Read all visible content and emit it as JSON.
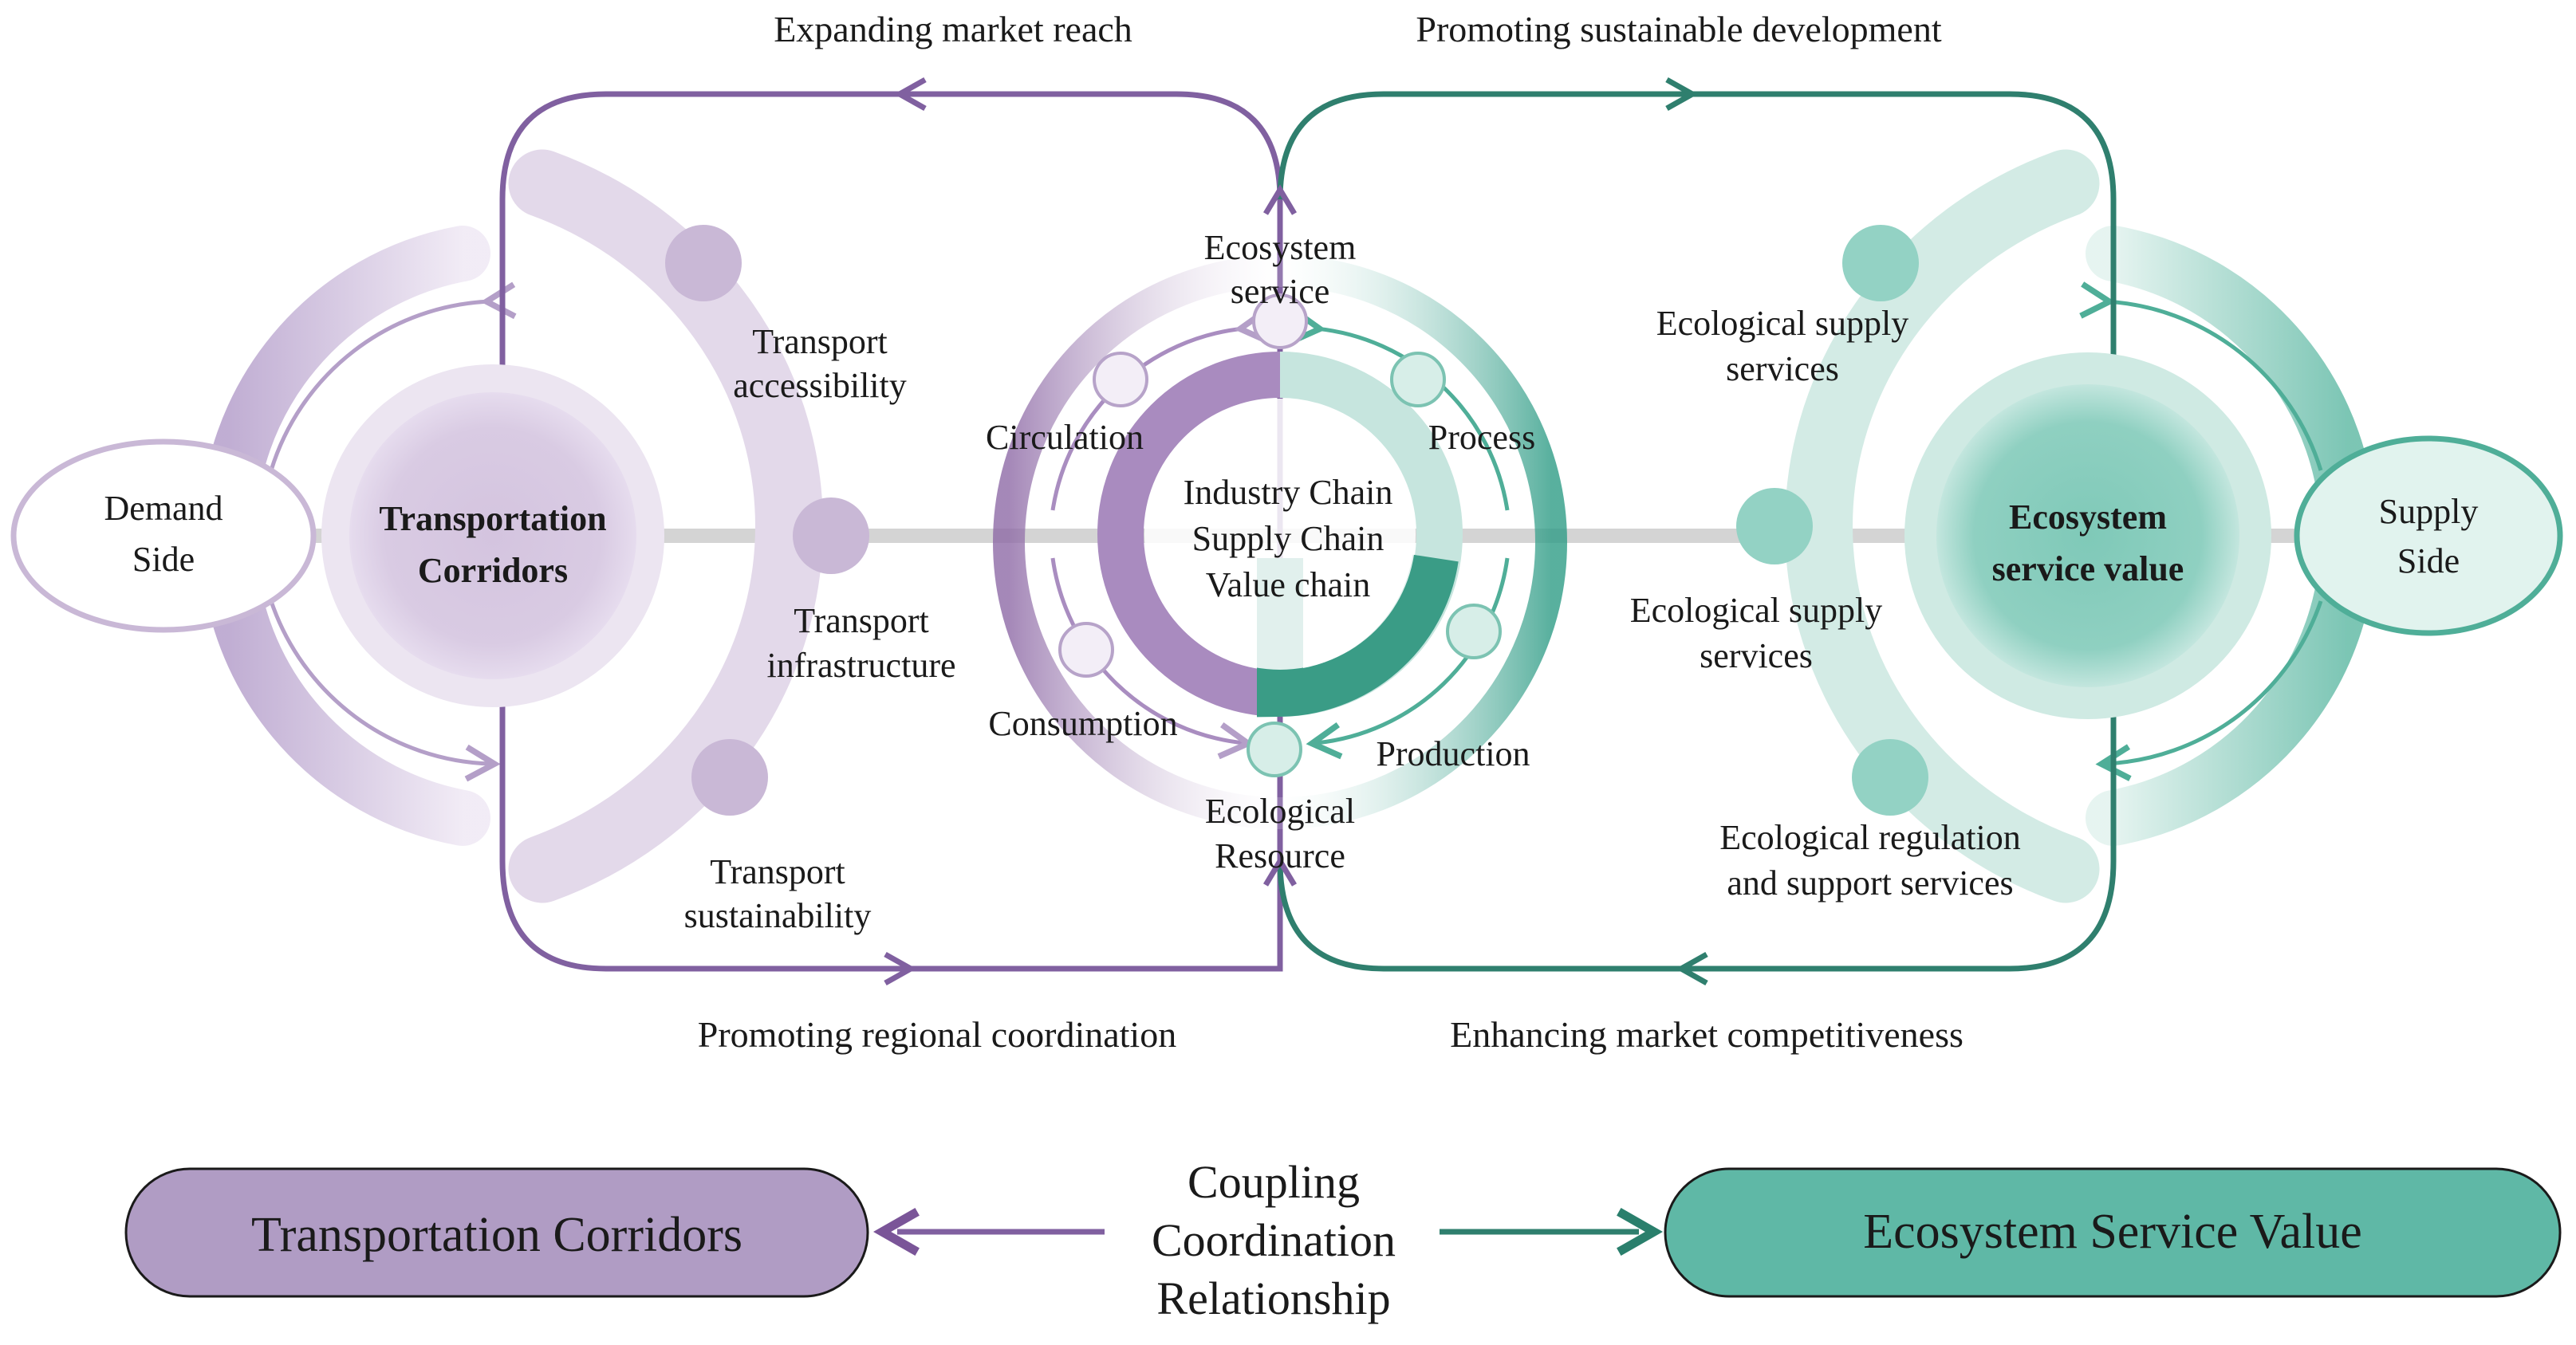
{
  "top_labels": {
    "left": "Expanding market reach",
    "right": "Promoting sustainable development"
  },
  "bottom_labels": {
    "left": "Promoting regional coordination",
    "right": "Enhancing market competitiveness"
  },
  "demand_side": [
    "Demand",
    "Side"
  ],
  "supply_side": [
    "Supply",
    "Side"
  ],
  "transportation_corridors": [
    "Transportation",
    "Corridors"
  ],
  "ecosystem_service_value": [
    "Ecosystem",
    "service value"
  ],
  "left_arc_items": {
    "accessibility": [
      "Transport",
      "accessibility"
    ],
    "infrastructure": [
      "Transport",
      "infrastructure"
    ],
    "sustainability": [
      "Transport",
      "sustainability"
    ]
  },
  "right_arc_items": {
    "supply_top": [
      "Ecological supply",
      "services"
    ],
    "supply_mid": [
      "Ecological supply",
      "services"
    ],
    "regulation": [
      "Ecological regulation",
      "and support services"
    ]
  },
  "center": {
    "chains": [
      "Industry Chain",
      "Supply Chain",
      "Value chain"
    ],
    "ecosystem_service": [
      "Ecosystem",
      "service"
    ],
    "ecological_resource": [
      "Ecological",
      "Resource"
    ],
    "circulation": "Circulation",
    "process": "Process",
    "consumption": "Consumption",
    "production": "Production"
  },
  "legend": {
    "left_pill": "Transportation Corridors",
    "right_pill": "Ecosystem Service Value",
    "middle": [
      "Coupling",
      "Coordination",
      "Relationship"
    ]
  },
  "colors": {
    "purple": "#8e6aa6",
    "purple_light": "#ddd2e6",
    "teal": "#2f8c78",
    "teal_light": "#cfe9e3",
    "pill_purple": "#b09cc4",
    "pill_teal": "#5fb8a6"
  }
}
